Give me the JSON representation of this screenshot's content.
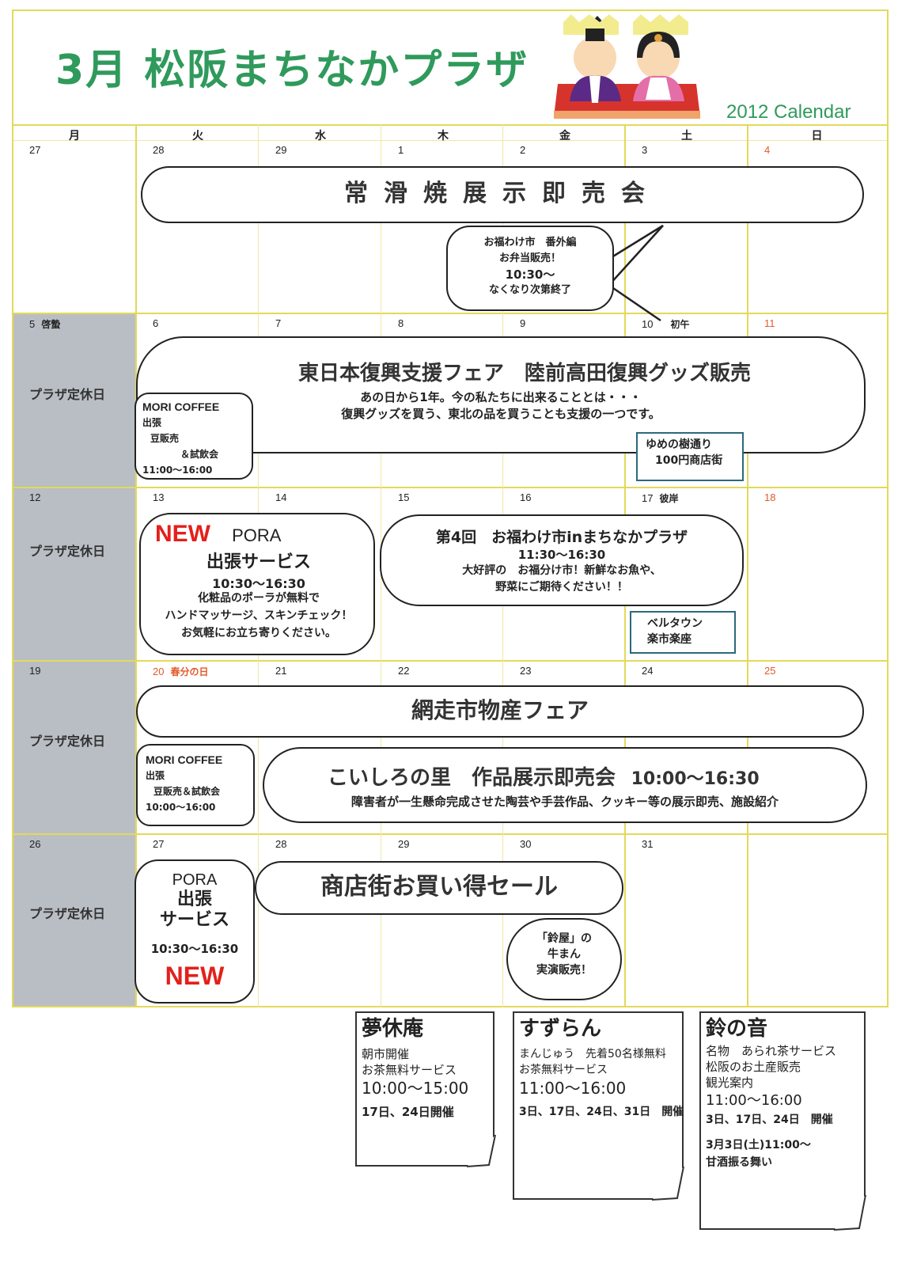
{
  "header": {
    "title": "3月 松阪まちなかプラザ",
    "calendar_year": "2012 Calendar"
  },
  "weekdays": [
    "月",
    "火",
    "水",
    "木",
    "金",
    "土",
    "日"
  ],
  "weeks": [
    {
      "days": [
        "27",
        "28",
        "29",
        "1",
        "2",
        "3",
        "4"
      ]
    },
    {
      "days": [
        "5",
        "6",
        "7",
        "8",
        "9",
        "10",
        "11"
      ],
      "mon_note": "啓蟄",
      "sat_note": "初午"
    },
    {
      "days": [
        "12",
        "13",
        "14",
        "15",
        "16",
        "17",
        "18"
      ],
      "sat_note": "彼岸"
    },
    {
      "days": [
        "19",
        "20",
        "21",
        "22",
        "23",
        "24",
        "25"
      ],
      "tue_note": "春分の日"
    },
    {
      "days": [
        "26",
        "27",
        "28",
        "29",
        "30",
        "31",
        ""
      ]
    }
  ],
  "closed_label": "プラザ定休日",
  "events": {
    "tokoname": "常滑焼展示即売会",
    "ofukuwake_special": [
      "お福わけ市　番外編",
      "お弁当販売！",
      "10:30～",
      "なくなり次第終了"
    ],
    "fukko_title": "東日本復興支援フェア　陸前高田復興グッズ販売",
    "fukko_line1": "あの日から1年。今の私たちに出来ることとは・・・",
    "fukko_line2": "復興グッズを買う、東北の品を買うことも支援の一つです。",
    "mori1": [
      "MORI COFFEE",
      "出張",
      "豆販売",
      "＆試飲会",
      "11:00～16:00"
    ],
    "yumeno": [
      "ゆめの樹通り",
      "100円商店街"
    ],
    "pora1_new": "NEW",
    "pora1_name": "PORA",
    "pora1_title": "出張サービス",
    "pora1_time": "10:30～16:30",
    "pora1_lines": [
      "化粧品のポーラが無料で",
      "ハンドマッサージ、スキンチェック！",
      "お気軽にお立ち寄りください。"
    ],
    "ofukuwake_title": "第4回　お福わけ市inまちなかプラザ",
    "ofukuwake_time": "11:30～16:30",
    "ofukuwake_lines": [
      "大好評の　お福分け市！新鮮なお魚や、",
      "野菜にご期待ください！！"
    ],
    "belltown": [
      "ベルタウン",
      "楽市楽座"
    ],
    "abashiri": "網走市物産フェア",
    "mori2": [
      "MORI COFFEE",
      "出張",
      "豆販売＆試飲会",
      "10:00～16:00"
    ],
    "koishiro_title": "こいしろの里　作品展示即売会",
    "koishiro_time": "10:00～16:30",
    "koishiro_desc": "障害者が一生懸命完成させた陶芸や手芸作品、クッキー等の展示即売、施設紹介",
    "pora2": [
      "PORA",
      "出張",
      "サービス"
    ],
    "pora2_time": "10:30～16:30",
    "pora2_new": "NEW",
    "sale": "商店街お買い得セール",
    "suzuya": [
      "「鈴屋」の",
      "牛まん",
      "実演販売！"
    ]
  },
  "notes": [
    {
      "title": "夢休庵",
      "lines": [
        "朝市開催",
        "お茶無料サービス"
      ],
      "time": "10:00～15:00",
      "days": "17日、24日開催"
    },
    {
      "title": "すずらん",
      "lines": [
        "まんじゅう　先着50名様無料",
        "お茶無料サービス"
      ],
      "time": "11:00～16:00",
      "days": "3日、17日、24日、31日　開催"
    },
    {
      "title": "鈴の音",
      "lines": [
        "名物　あられ茶サービス",
        "松阪のお土産販売",
        "観光案内"
      ],
      "time": "11:00～16:00",
      "days": "3日、17日、24日　開催",
      "extra": [
        "3月3日(土)11:00～",
        "甘酒振る舞い"
      ]
    }
  ]
}
